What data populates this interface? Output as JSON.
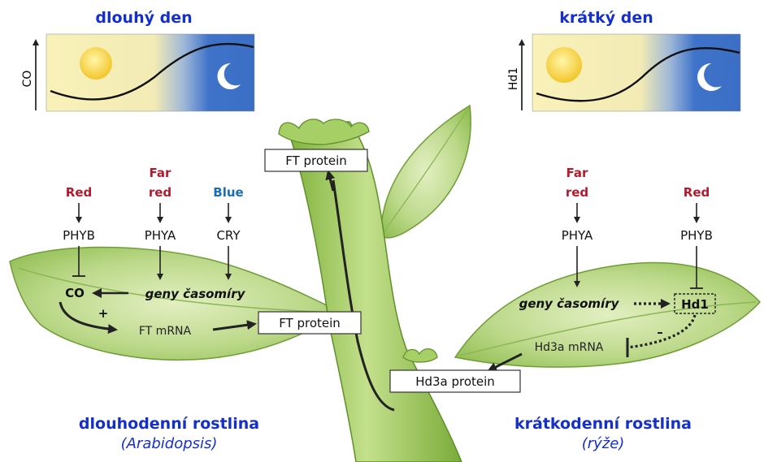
{
  "long_day": {
    "title": "dlouhý den",
    "axis_label": "CO"
  },
  "short_day": {
    "title": "krátký den",
    "axis_label": "Hd1"
  },
  "left_pathway": {
    "lights": [
      {
        "label": "Red",
        "color": "#b01c2e"
      },
      {
        "label": "Far",
        "label2": "red",
        "color": "#b01c2e"
      },
      {
        "label": "Blue",
        "color": "#1a6fb0"
      }
    ],
    "receptors": [
      "PHYB",
      "PHYA",
      "CRY"
    ],
    "clock_genes": "geny časomíry",
    "co": "CO",
    "plus": "+",
    "ft_mrna": "FT mRNA",
    "ft_protein_leaf": "FT protein"
  },
  "right_pathway": {
    "lights": [
      {
        "label": "Far",
        "label2": "red",
        "color": "#b01c2e"
      },
      {
        "label": "Red",
        "color": "#b01c2e"
      }
    ],
    "receptors": [
      "PHYA",
      "PHYB"
    ],
    "clock_genes": "geny časomíry",
    "hd1": "Hd1",
    "minus": "–",
    "hd3a_mrna": "Hd3a mRNA",
    "hd3a_protein": "Hd3a protein"
  },
  "apex": {
    "ft_protein": "FT protein"
  },
  "captions": {
    "left_title": "dlouhodenní rostlina",
    "left_sub": "(Arabidopsis)",
    "right_title": "krátkodenní rostlina",
    "right_sub": "(rýže)"
  },
  "colors": {
    "title_blue": "#1530c8",
    "leaf_green": "#a9cf6e",
    "stem_green": "#8fc04a",
    "day_yellow": "#f7efb0",
    "night_blue": "#3f73c9",
    "sun": "#f5d23a"
  }
}
